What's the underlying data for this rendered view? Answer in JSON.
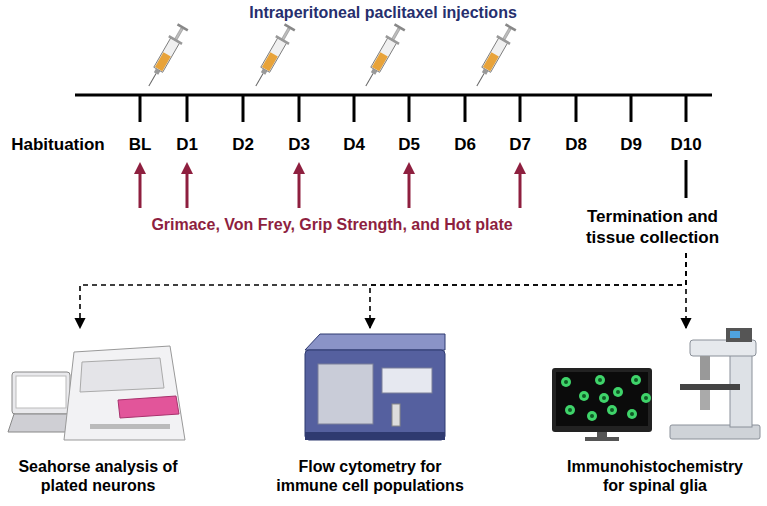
{
  "diagram": {
    "nodes": [
      {
        "text": [
          "Termination and tissue collection"
        ]
      },
      {
        "text": [
          "Seahorse analysis of plated neurons"
        ]
      },
      {
        "text": [
          "Flow cytometry for immune cell populations"
        ]
      },
      {
        "text": [
          "Immunohistochemistry for spinal glia"
        ]
      }
    ],
    "edges": [
      {
        "from": 0,
        "to": 1,
        "arrow": "to"
      },
      {
        "from": 0,
        "to": 2,
        "arrow": "to"
      },
      {
        "from": 0,
        "to": 3,
        "arrow": "to"
      }
    ],
    "labels": [
      "Intraperitoneal paclitaxel injections",
      "Habituation",
      "BL",
      "D1",
      "D2",
      "D3",
      "D4",
      "D5",
      "D6",
      "D7",
      "D8",
      "D9",
      "D10",
      "Grimace, Von Frey, Grip Strength, and Hot plate"
    ]
  }
}
